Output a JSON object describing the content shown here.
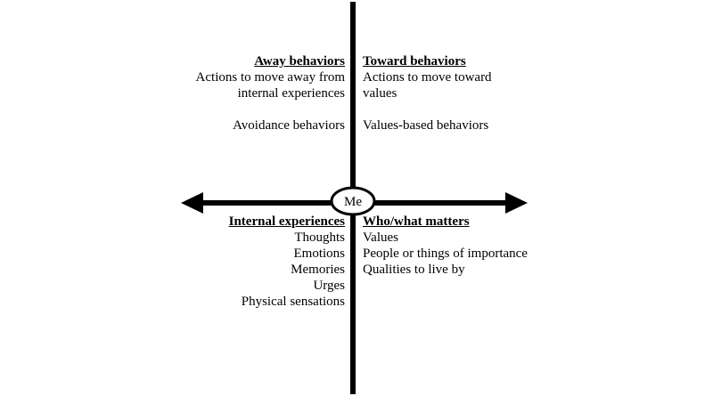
{
  "center_label": "Me",
  "quadrants": {
    "top_left": {
      "heading": "Away behaviors",
      "lines": [
        "Actions to move away from",
        "internal experiences",
        "",
        "Avoidance behaviors"
      ]
    },
    "top_right": {
      "heading": "Toward behaviors",
      "lines": [
        "Actions to move toward",
        "values",
        "",
        "Values-based behaviors"
      ]
    },
    "bottom_left": {
      "heading": "Internal experiences",
      "lines": [
        "Thoughts",
        "Emotions",
        "Memories",
        "Urges",
        "Physical sensations"
      ]
    },
    "bottom_right": {
      "heading": "Who/what matters",
      "lines": [
        "Values",
        "People or things of importance",
        "Qualities to live by"
      ]
    }
  }
}
